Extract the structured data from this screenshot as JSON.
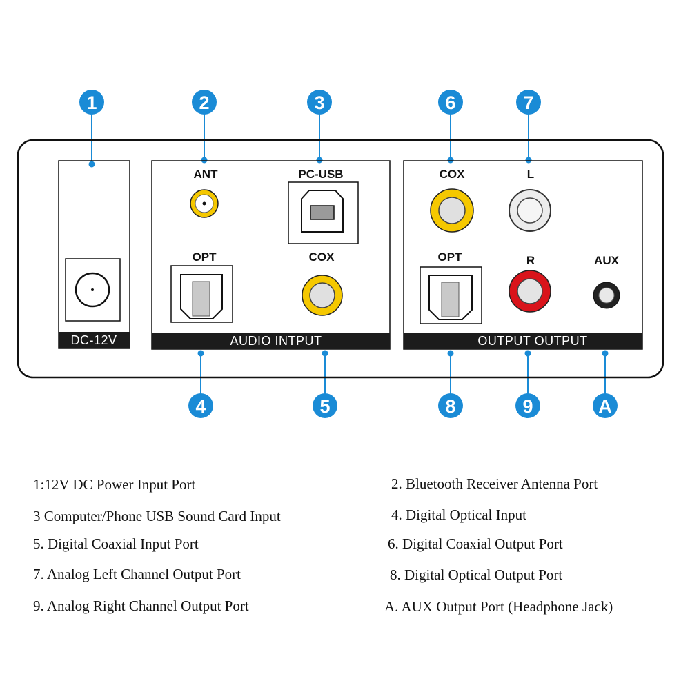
{
  "badges": {
    "b1": "1",
    "b2": "2",
    "b3": "3",
    "b4": "4",
    "b5": "5",
    "b6": "6",
    "b7": "7",
    "b8": "8",
    "b9": "9",
    "bA": "A"
  },
  "panel": {
    "power_label": "DC-12V",
    "input_section_label": "AUDIO INTPUT",
    "output_section_label": "OUTPUT OUTPUT"
  },
  "ports": {
    "ant": "ANT",
    "pc_usb": "PC-USB",
    "opt_in": "OPT",
    "cox_in": "COX",
    "cox_out": "COX",
    "left": "L",
    "opt_out": "OPT",
    "right": "R",
    "aux": "AUX"
  },
  "legend": {
    "l1": "1:12V DC Power Input Port",
    "l2": "2. Bluetooth Receiver Antenna Port",
    "l3": "3 Computer/Phone USB Sound Card Input",
    "l4": "4. Digital Optical Input",
    "l5": "5. Digital Coaxial Input Port",
    "l6": "6. Digital Coaxial Output Port",
    "l7": "7. Analog Left Channel Output Port",
    "l8": "8. Digital Optical Output Port",
    "l9": "9. Analog Right Channel Output Port",
    "lA": "A. AUX Output Port (Headphone Jack)"
  },
  "colors": {
    "badge_blue": "#1a8bd6",
    "coax_yellow": "#f5c800",
    "right_red": "#d9141b",
    "left_gray": "#c8c8c8",
    "bar_dark": "#1c1c1c"
  }
}
